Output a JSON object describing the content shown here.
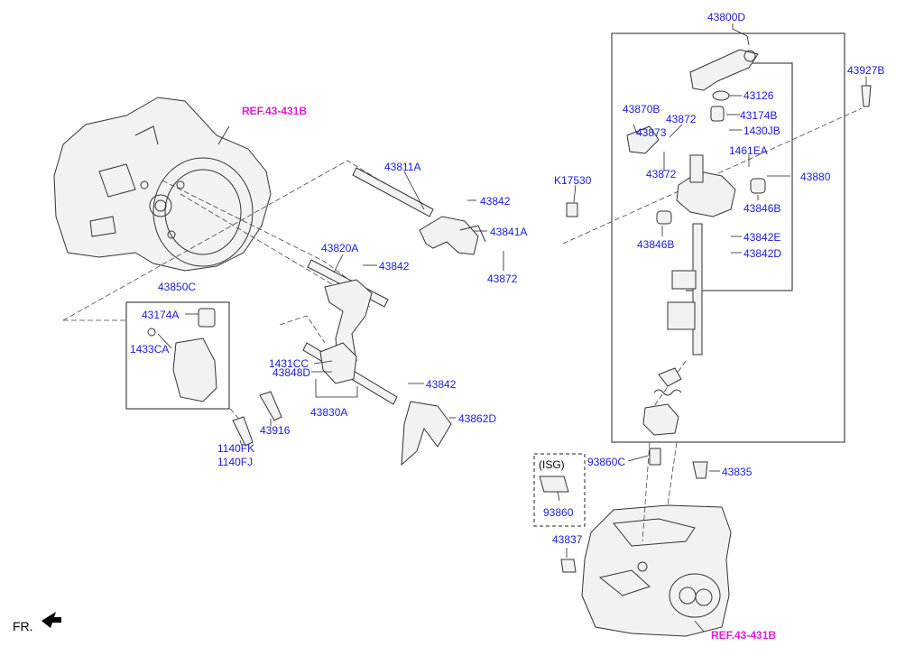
{
  "refs": {
    "top": "REF.43-431B",
    "bottom": "REF.43-431B"
  },
  "orientation": "FR.",
  "isg": "(ISG)",
  "labels": {
    "p43800D": "43800D",
    "p43927B": "43927B",
    "p43126": "43126",
    "p43870B": "43870B",
    "p43872a": "43872",
    "p43174Ba": "43174B",
    "p43873": "43873",
    "p1430JB": "1430JB",
    "p1461EA": "1461EA",
    "p43872b": "43872",
    "p43880": "43880",
    "pK17530": "K17530",
    "p43846Ba": "43846B",
    "p43846Bb": "43846B",
    "p43842E": "43842E",
    "p43842D": "43842D",
    "p43811A": "43811A",
    "p43842a": "43842",
    "p43841A": "43841A",
    "p43872c": "43872",
    "p43820A": "43820A",
    "p43842b": "43842",
    "p43850C": "43850C",
    "p43174A": "43174A",
    "p1433CA": "1433CA",
    "p1431CC": "1431CC",
    "p43848D": "43848D",
    "p43842c": "43842",
    "p43830A": "43830A",
    "p43862D": "43862D",
    "p43916": "43916",
    "p1140FK": "1140FK",
    "p1140FJ": "1140FJ",
    "p93860C": "93860C",
    "p93860": "93860",
    "p43835": "43835",
    "p43837": "43837"
  }
}
